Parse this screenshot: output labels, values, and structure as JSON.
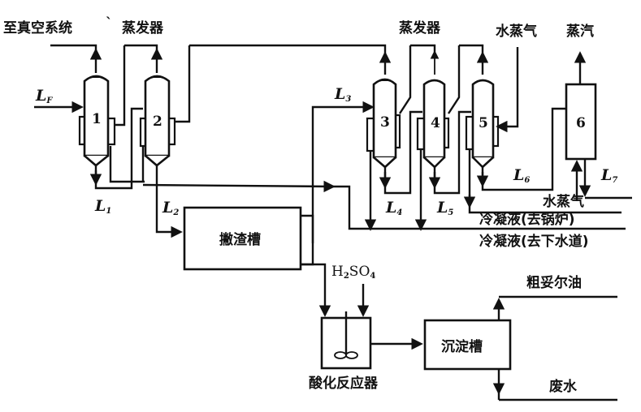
{
  "title": "Multi-effect evaporation and acidification process flow",
  "labels": {
    "vacuum_system": "至真空系统",
    "evaporator_top_left": "蒸发器",
    "evaporator_top_mid": "蒸发器",
    "water_steam_top": "水蒸气",
    "steam_out": "蒸汽",
    "water_steam_right": "水蒸气",
    "condensate_boiler": "冷凝液(去锅炉)",
    "condensate_sewer": "冷凝液(去下水道)",
    "skimming_tank": "撇渣槽",
    "sulfuric_acid": {
      "base": "H",
      "sub1": "2",
      "mid": "SO",
      "sub2": "4"
    },
    "acid_reactor": "酸化反应器",
    "settling_tank": "沉淀槽",
    "crude_tall_oil": "粗妥尔油",
    "waste_water": "废水"
  },
  "streams": {
    "LF": {
      "main": "L",
      "sub": "F"
    },
    "L1": {
      "main": "L",
      "sub": "1"
    },
    "L2": {
      "main": "L",
      "sub": "2"
    },
    "L3": {
      "main": "L",
      "sub": "3"
    },
    "L4": {
      "main": "L",
      "sub": "4"
    },
    "L5": {
      "main": "L",
      "sub": "5"
    },
    "L6": {
      "main": "L",
      "sub": "6"
    },
    "L7": {
      "main": "L",
      "sub": "7"
    }
  },
  "units": {
    "e1": "1",
    "e2": "2",
    "e3": "3",
    "e4": "4",
    "e5": "5",
    "e6": "6"
  }
}
